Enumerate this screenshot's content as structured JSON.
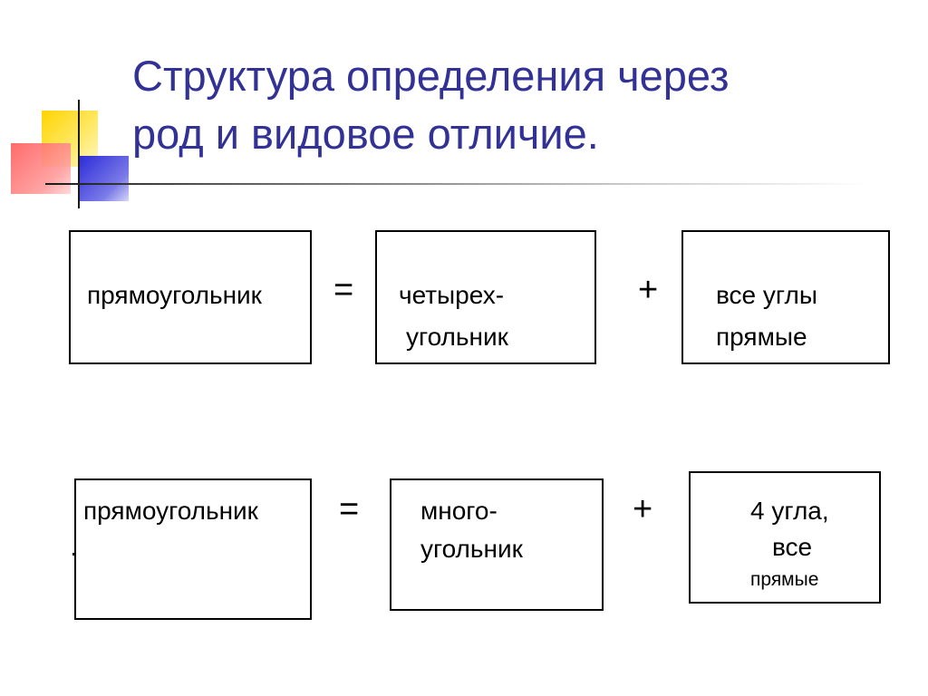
{
  "title": {
    "line1": "Структура определения через",
    "line2": "род и видовое отличие."
  },
  "row1": {
    "term": "прямоугольник",
    "equals": "=",
    "genus_line1": "четырех-",
    "genus_line2": "угольник",
    "plus": "+",
    "diff_line1": "все углы",
    "diff_line2": "прямые"
  },
  "row2": {
    "term": "прямоугольник",
    "equals": "=",
    "genus_line1": "много-",
    "genus_line2": "угольник",
    "plus": "+",
    "diff_line1": "4 угла,",
    "diff_line2": "все",
    "diff_line3": "прямые"
  },
  "colors": {
    "title": "#323296",
    "deco_yellow": "#ffd400",
    "deco_red": "#ff5a5a",
    "deco_blue": "#2a2ad8"
  }
}
